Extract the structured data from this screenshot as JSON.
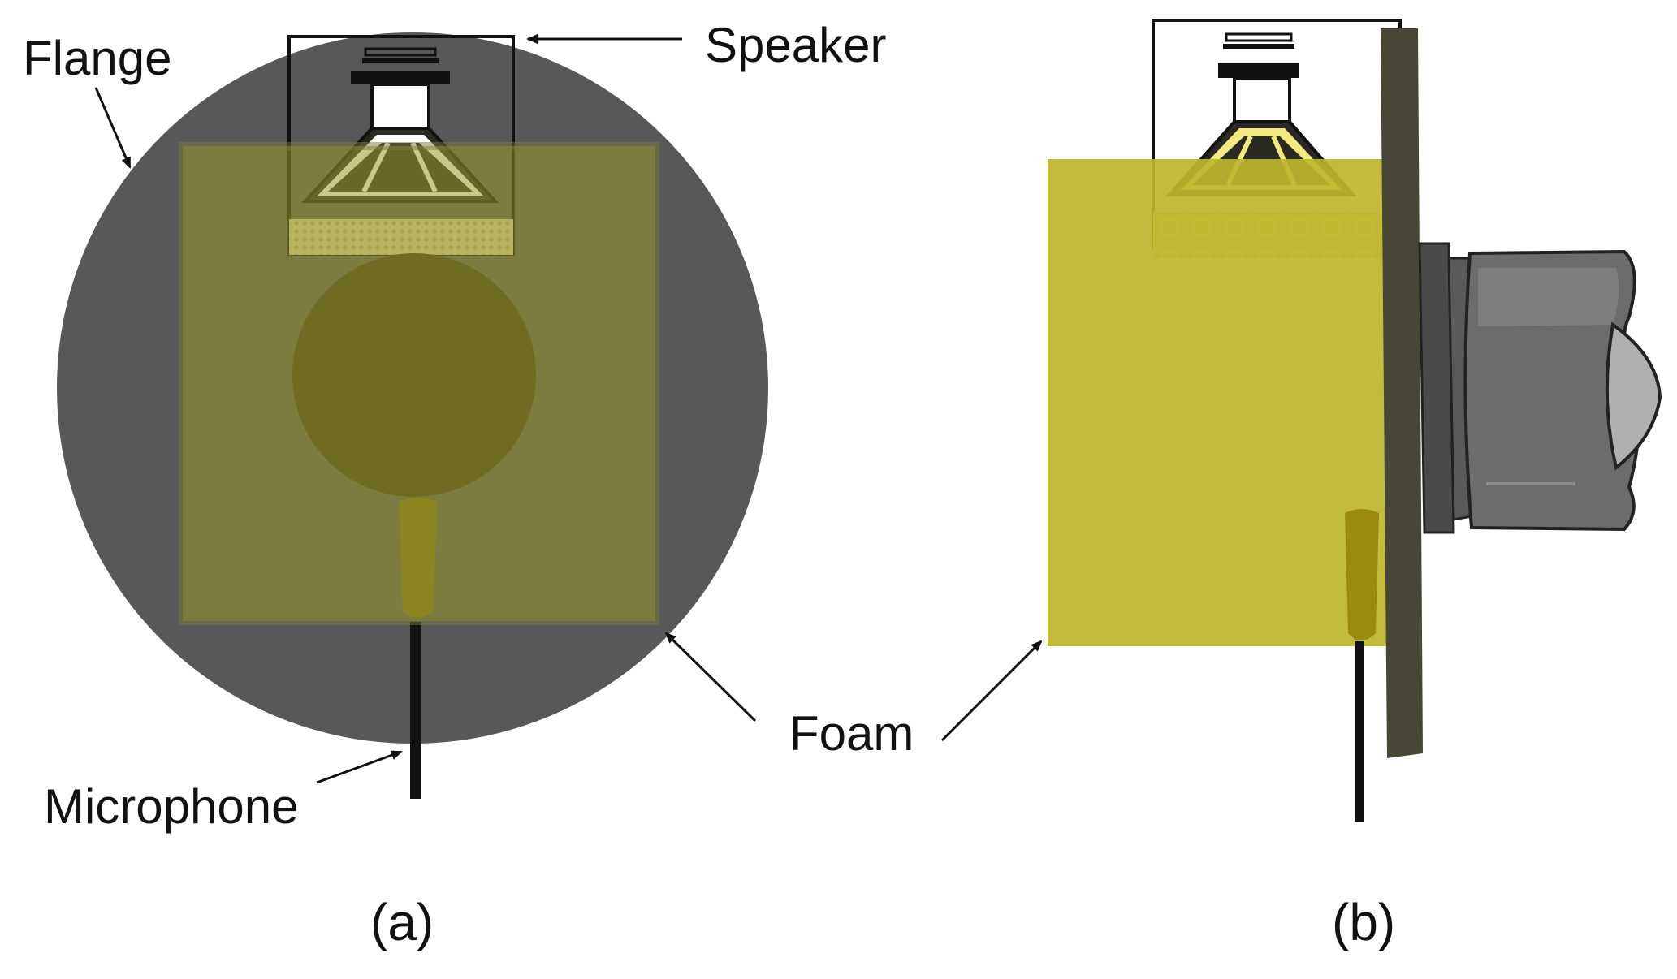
{
  "labels": {
    "flange": "Flange",
    "speaker": "Speaker",
    "foam": "Foam",
    "microphone": "Microphone"
  },
  "captions": {
    "a": "(a)",
    "b": "(b)"
  },
  "colors": {
    "flange": "#58575a",
    "foam_overlay": "#8e8e30",
    "foam_solid": "#bdb52b",
    "ear_dark": "#3a3213",
    "mic_tip": "#7d6d10",
    "cable": "#111111",
    "tube": "#6c6c6c",
    "flange_edge": "#474637"
  }
}
